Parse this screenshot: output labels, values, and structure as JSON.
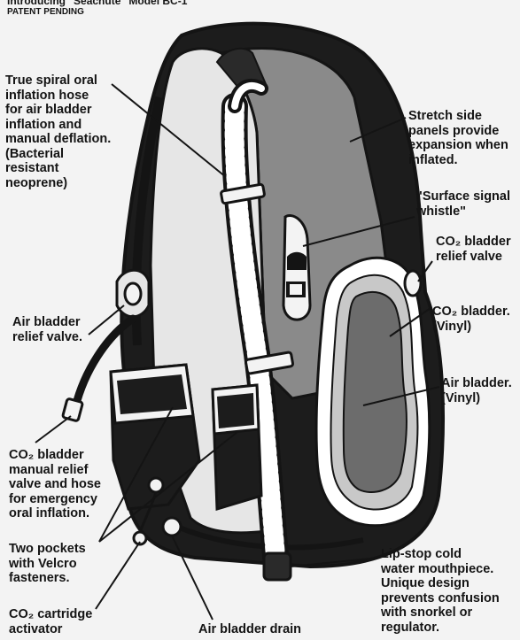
{
  "header": {
    "line1": "Introducing \"Seachute\"        Model BC-1",
    "line2": "PATENT PENDING"
  },
  "labels": {
    "oral_hose": "True spiral oral\ninflation hose\nfor air bladder\ninflation and\nmanual deflation.\n(Bacterial\n resistant\n neoprene)",
    "stretch_panels": "Stretch side\npanels provide\nexpansion when\ninflated.",
    "whistle": "\"Surface signal\nwhistle\"",
    "co2_relief_valve": "CO₂ bladder\nrelief valve",
    "co2_bladder": "CO₂ bladder.\n(Vinyl)",
    "air_bladder": "Air bladder.\n(Vinyl)",
    "air_relief_valve": "Air bladder\nrelief valve.",
    "co2_manual_relief": "CO₂ bladder\nmanual relief\nvalve and hose\nfor emergency\noral inflation.",
    "pockets": "Two pockets\nwith Velcro\nfasteners.",
    "co2_activator": "CO₂ cartridge\nactivator",
    "air_drain": "Air bladder drain",
    "mouthpiece": "Lip-stop cold\nwater mouthpiece.\nUnique design\nprevents confusion\nwith snorkel or\nregulator."
  },
  "colors": {
    "ink": "#141414",
    "paper": "#f3f3f3",
    "panel_gray": "#8a8a8a",
    "bladder_gray": "#6c6c6c",
    "light_gray": "#c8c8c8"
  }
}
